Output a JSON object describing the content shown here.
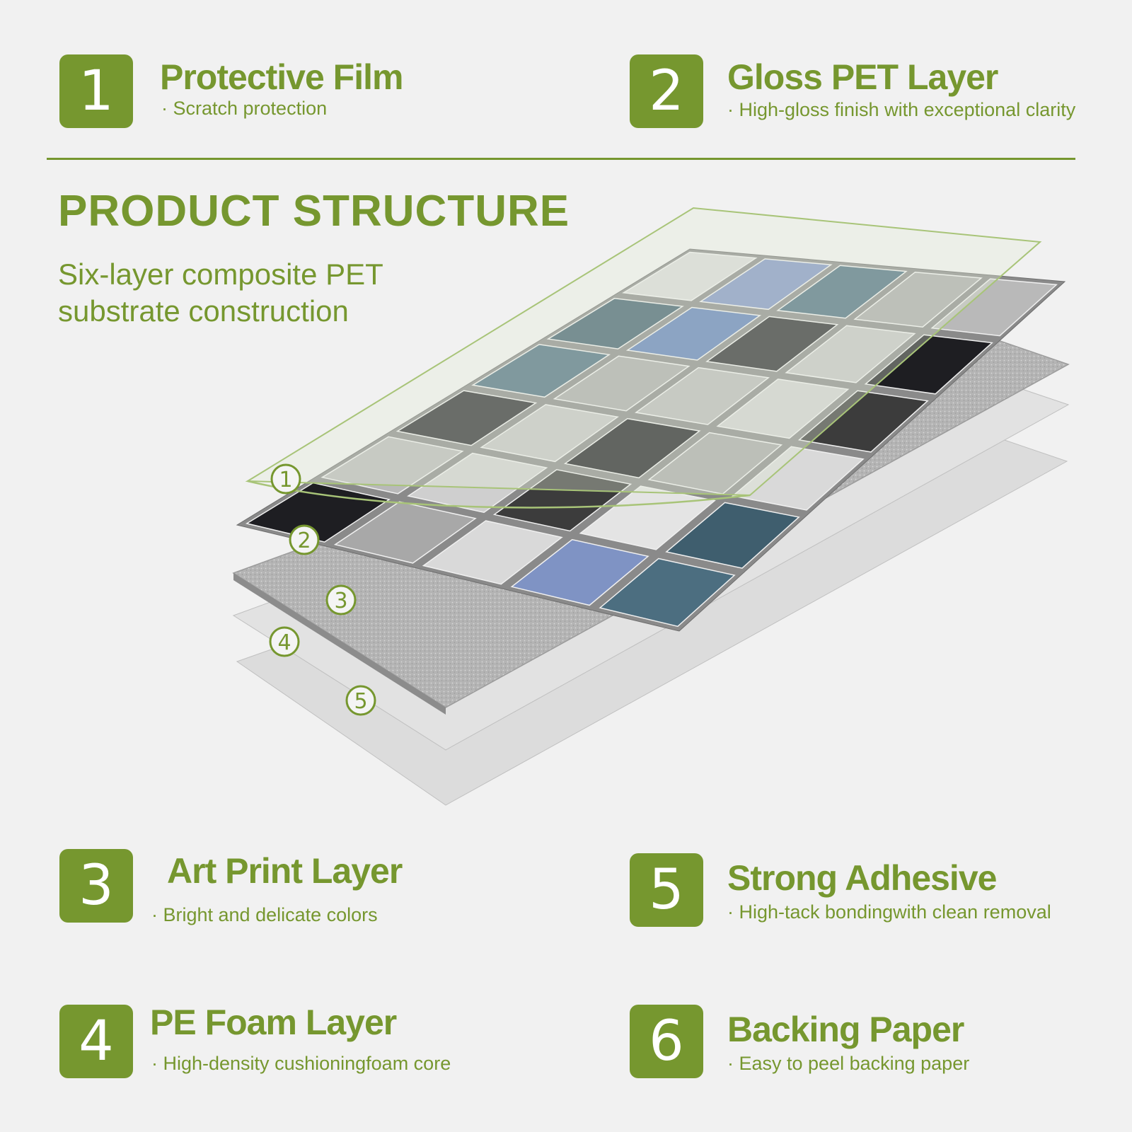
{
  "heading": "PRODUCT STRUCTURE",
  "subheading": "Six-layer composite PET substrate construction",
  "accent_color": "#76972f",
  "features": [
    {
      "number": "1",
      "title": "Protective Film",
      "description": "· Scratch protection"
    },
    {
      "number": "2",
      "title": "Gloss PET Layer",
      "description": "· High-gloss finish with exceptional clarity"
    },
    {
      "number": "3",
      "title": "Art Print Layer",
      "description": "· Bright and delicate colors"
    },
    {
      "number": "5",
      "title": "Strong Adhesive",
      "description": "· High-tack bondingwith clean removal"
    },
    {
      "number": "4",
      "title": "PE Foam Layer",
      "description": "· High-density cushioningfoam core"
    },
    {
      "number": "6",
      "title": "Backing Paper",
      "description": "· Easy to peel backing paper"
    }
  ],
  "diagram": {
    "layer_markers": [
      "1",
      "2",
      "3",
      "4",
      "5"
    ],
    "tile_colors": [
      "#d9d9d9",
      "#a9a9a9",
      "#3c3c3c",
      "#5f7fb8",
      "#1e1e22",
      "#7f93c4",
      "#b9b9b9",
      "#e4e4e4",
      "#2a2a2e",
      "#a8a8a8",
      "#4c6e80",
      "#cfcfcf",
      "#3f5e6e",
      "#c4c4c4"
    ]
  }
}
